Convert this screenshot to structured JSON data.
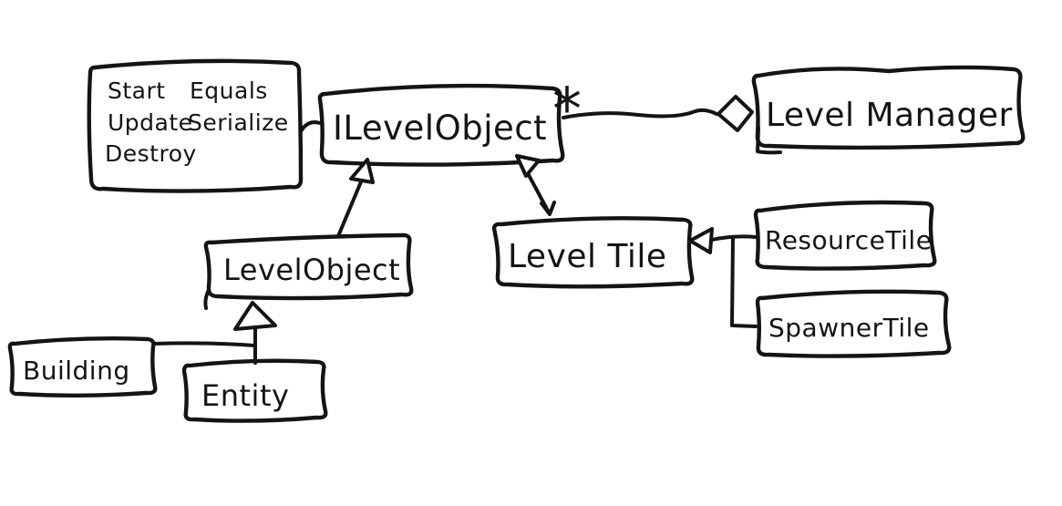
{
  "canvas": {
    "background": "#ffffff",
    "ink": "#141414",
    "kind": "hand-drawn UML class diagram"
  },
  "note": {
    "columns": [
      [
        "Start",
        "Update",
        "Destroy"
      ],
      [
        "Equals",
        "Serialize"
      ]
    ]
  },
  "classes": {
    "ilevelobject": {
      "label": "ILevelObject"
    },
    "levelmanager": {
      "label": "Level Manager"
    },
    "levelobject": {
      "label": "LevelObject"
    },
    "leveltile": {
      "label": "Level Tile"
    },
    "resourcetile": {
      "label": "ResourceTile"
    },
    "spawnertile": {
      "label": "SpawnerTile"
    },
    "building": {
      "label": "Building"
    },
    "entity": {
      "label": "Entity"
    }
  },
  "relations": {
    "aggregation": {
      "from": "ILevelObject",
      "to": "LevelManager",
      "multiplicity": "*"
    },
    "generalizations": [
      {
        "child": "LevelObject",
        "parent": "ILevelObject"
      },
      {
        "child": "LevelTile",
        "parent": "ILevelObject"
      },
      {
        "child": "ResourceTile",
        "parent": "LevelTile"
      },
      {
        "child": "SpawnerTile",
        "parent": "LevelTile"
      },
      {
        "child": "Building",
        "parent": "LevelObject"
      },
      {
        "child": "Entity",
        "parent": "LevelObject"
      }
    ],
    "note_attachment": {
      "from": "methods-note",
      "to": "ILevelObject"
    }
  }
}
